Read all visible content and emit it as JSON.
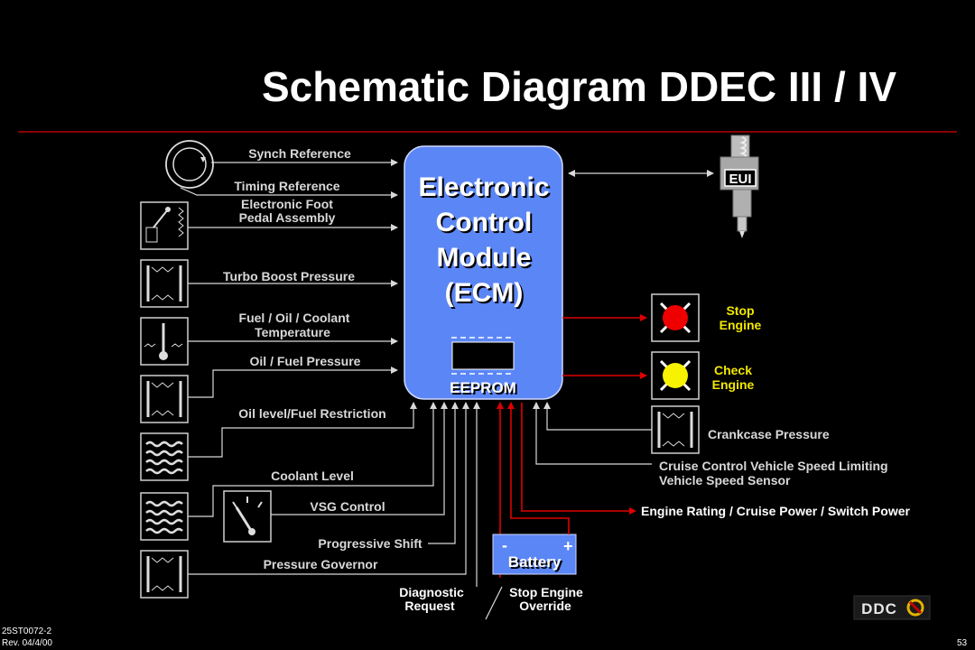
{
  "title": "Schematic Diagram DDEC III / IV",
  "ecm": {
    "line1": "Electronic",
    "line2": "Control",
    "line3": "Module",
    "line4": "(ECM)",
    "eeprom": "EEPROM"
  },
  "eui": {
    "label": "EUI"
  },
  "inputs": {
    "synch": "Synch Reference",
    "timing": "Timing Reference",
    "pedal_1": "Electronic Foot",
    "pedal_2": "Pedal Assembly",
    "turbo": "Turbo Boost Pressure",
    "temp_1": "Fuel / Oil / Coolant",
    "temp_2": "Temperature",
    "oil_pressure": "Oil / Fuel Pressure",
    "oil_level": "Oil level/Fuel Restriction",
    "coolant": "Coolant Level",
    "vsg": "VSG Control",
    "prog_shift": "Progressive Shift",
    "press_gov": "Pressure Governor",
    "diag_1": "Diagnostic",
    "diag_2": "Request",
    "stop_ovr_1": "Stop Engine",
    "stop_ovr_2": "Override"
  },
  "outputs": {
    "stop_1": "Stop",
    "stop_2": "Engine",
    "check_1": "Check",
    "check_2": "Engine",
    "crankcase": "Crankcase Pressure",
    "cruise_1": "Cruise Control Vehicle Speed Limiting",
    "cruise_2": "Vehicle Speed Sensor",
    "rating": "Engine Rating / Cruise Power / Switch Power"
  },
  "battery": {
    "label": "Battery",
    "minus": "-",
    "plus": "+"
  },
  "footer": {
    "code": "25ST0072-2",
    "rev": "Rev. 04/4/00",
    "page": "53",
    "logo": "DDC"
  },
  "colors": {
    "background": "#000000",
    "ecm_fill": "#5b86f5",
    "wire": "#d8d8d8",
    "power_wire": "#e00000",
    "stop_lamp": "#ee0000",
    "check_lamp": "#f7f200",
    "battery_fill": "#5b86f5",
    "accent_text": "#f2e600"
  }
}
